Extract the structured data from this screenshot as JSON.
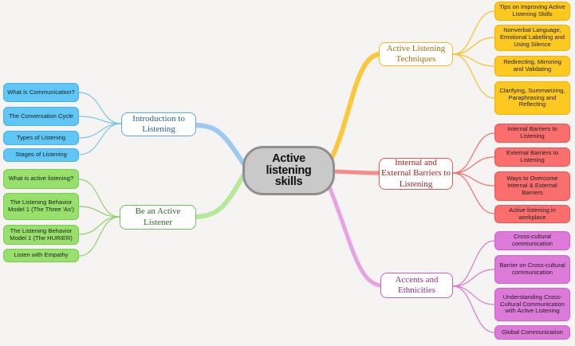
{
  "center": {
    "title": "Active listening skills"
  },
  "colors": {
    "blue": "#5fc6f5",
    "green": "#97e06b",
    "yellow": "#fdc81f",
    "red": "#fa6e6e",
    "purple": "#dd79d8",
    "center": "#c9c9c9"
  },
  "branches": {
    "intro": {
      "label": "Introduction to Listening",
      "items": [
        "What is Communication?",
        "The Conversation Cycle",
        "Types of Listening",
        "Stages of Listening"
      ]
    },
    "active_listener": {
      "label": "Be an Active Listener",
      "items": [
        "What is active listening?",
        "The Listening Behavior Model 1 (The Three 'As')",
        "The Listening Behavior Model 1 (The HURIER)",
        "Listen with Empathy"
      ]
    },
    "techniques": {
      "label": "Active Listening Techniques",
      "items": [
        "Tips on Improving Active Listening Skills",
        "Nonverbal Language, Emotional Labelling and Using Silence",
        "Redirecting, Mirroring and Validating",
        "Clarifying, Summarizing, Paraphrasing and Reflecting"
      ]
    },
    "barriers": {
      "label": "Internal and External Barriers to Listening",
      "items": [
        "Internal Barriers to Listening",
        "External Barriers to Listening",
        "Ways to Overcome Internal & External Barriers",
        "Active listening in workplace"
      ]
    },
    "accents": {
      "label": "Accents and Ethnicities",
      "items": [
        "Cross-cultural communication",
        "Barrier on Cross-cultural communication",
        "Understanding Cross-Cultural Communication with Active Listening",
        "Global Communication"
      ]
    }
  }
}
